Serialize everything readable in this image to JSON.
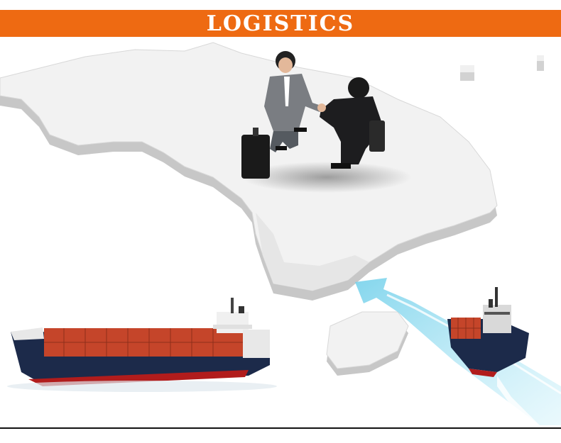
{
  "banner": {
    "title": "LOGISTICS",
    "color": "#ee6a12"
  },
  "scene": {
    "map_color": "#f2f2f2",
    "map_edge_color": "#c9c9c9",
    "route_color": "#9fe0f2",
    "ship_hull_color": "#1c2a4a",
    "ship_keel_color": "#b11c1c",
    "container_color": "#c5452a",
    "elements": [
      "map-of-korea",
      "businessmen-handshake",
      "container-ship-left",
      "container-ship-right",
      "shipping-route-arrow"
    ]
  }
}
